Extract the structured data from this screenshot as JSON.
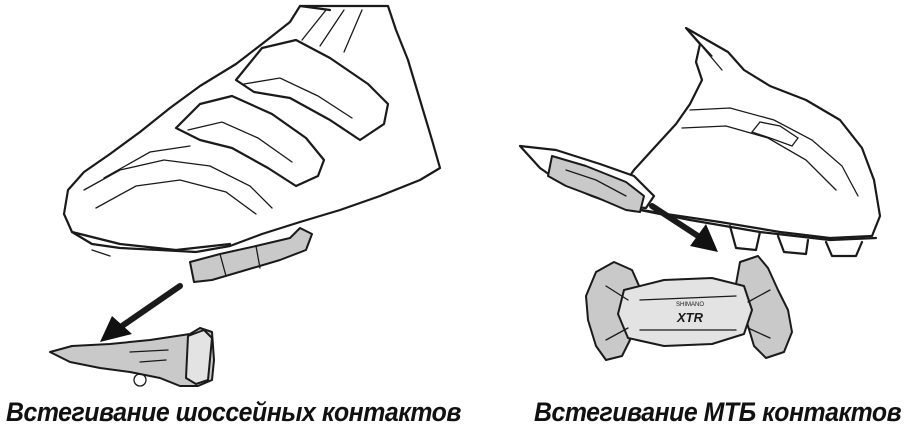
{
  "captions": {
    "left": "Встегивание шоссейных контактов",
    "right": "Встегивание МТБ контактов"
  },
  "pedal_brand": {
    "maker": "SHIMANO",
    "model": "XTR"
  },
  "colors": {
    "ink": "#1a1a1a",
    "part_fill": "#c9c9c9",
    "background": "#ffffff"
  }
}
